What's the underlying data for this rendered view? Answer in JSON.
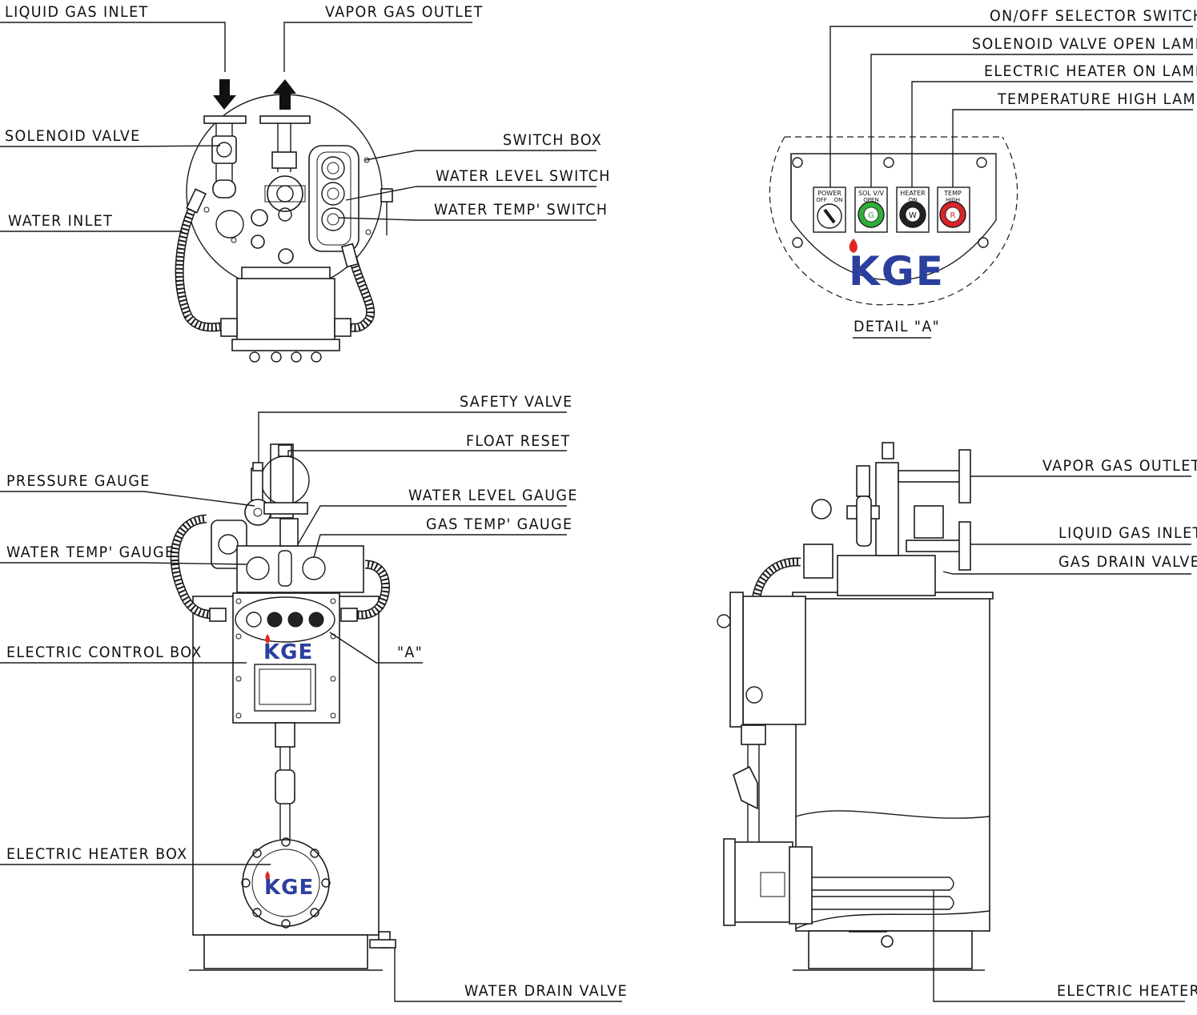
{
  "brand": {
    "logo_text": "KGE",
    "logo_color": "#2b3f9e",
    "flame_color": "#e0281e"
  },
  "labels": {
    "liquid_gas_inlet_top": "LIQUID GAS INLET",
    "vapor_gas_outlet_top": "VAPOR GAS OUTLET",
    "solenoid_valve": "SOLENOID VALVE",
    "water_inlet": "WATER INLET",
    "switch_box": "SWITCH BOX",
    "water_level_switch": "WATER LEVEL SWITCH",
    "water_temp_switch": "WATER TEMP' SWITCH",
    "on_off_selector_switch": "ON/OFF SELECTOR SWITCH",
    "solenoid_valve_open_lamp": "SOLENOID VALVE OPEN LAMP",
    "electric_heater_on_lamp": "ELECTRIC HEATER ON LAMP",
    "temperature_high_lamp": "TEMPERATURE HIGH LAMP",
    "detail_a": "DETAIL \"A\"",
    "safety_valve": "SAFETY VALVE",
    "float_reset": "FLOAT RESET",
    "pressure_gauge": "PRESSURE GAUGE",
    "water_level_gauge": "WATER LEVEL GAUGE",
    "gas_temp_gauge": "GAS TEMP' GAUGE",
    "water_temp_gauge": "WATER TEMP' GAUGE",
    "electric_control_box": "ELECTRIC CONTROL BOX",
    "callout_a": "\"A\"",
    "electric_heater_box": "ELECTRIC HEATER BOX",
    "water_drain_valve": "WATER DRAIN VALVE",
    "vapor_gas_outlet_side": "VAPOR GAS OUTLET",
    "liquid_gas_inlet_side": "LIQUID GAS INLET",
    "gas_drain_valve": "GAS DRAIN VALVE",
    "electric_heater": "ELECTRIC HEATER"
  },
  "panel": {
    "power": {
      "title": "POWER",
      "off": "OFF",
      "on": "ON"
    },
    "solenoid": {
      "title": "SOL V/V",
      "sub": "OPEN",
      "letter": "G",
      "color": "#2fae3a"
    },
    "heater": {
      "title": "HEATER",
      "sub": "ON",
      "letter": "W",
      "color": "#ffffff"
    },
    "temp": {
      "title": "TEMP",
      "sub": "HIGH",
      "letter": "R",
      "color": "#d7262b"
    }
  }
}
